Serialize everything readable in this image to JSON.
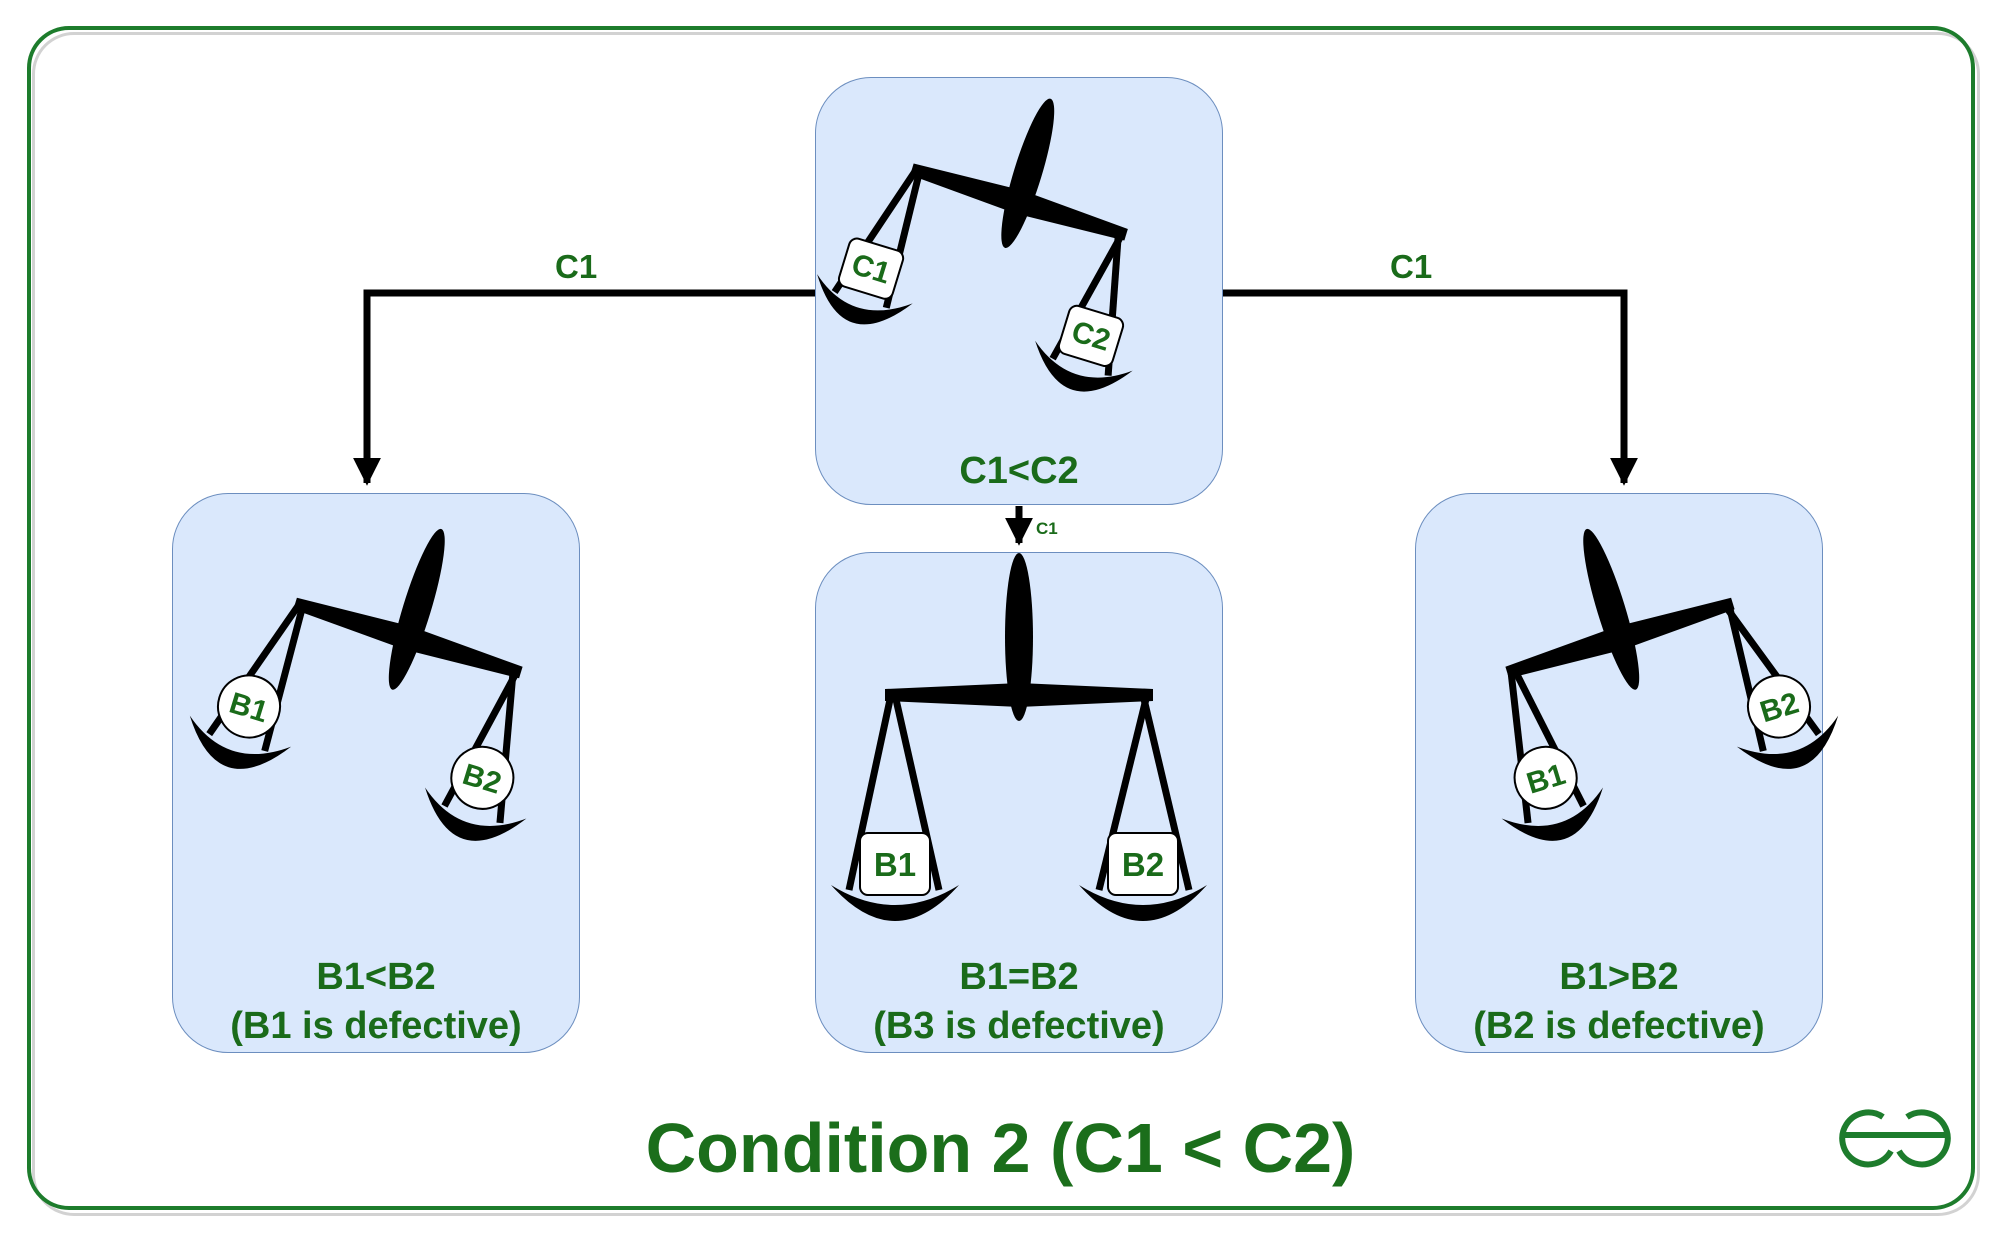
{
  "title": "Condition 2 (C1 < C2)",
  "logo": "GG",
  "nodes": {
    "top": {
      "label": "C1<C2",
      "left_pan": "C1",
      "right_pan": "C2"
    },
    "left": {
      "line1": "B1<B2",
      "line2": "(B1 is defective)",
      "left_pan": "B1",
      "right_pan": "B2"
    },
    "middle": {
      "line1": "B1=B2",
      "line2": "(B3 is defective)",
      "left_pan": "B1",
      "right_pan": "B2"
    },
    "right": {
      "line1": "B1>B2",
      "line2": "(B2 is defective)",
      "left_pan": "B1",
      "right_pan": "B2"
    }
  },
  "edges": {
    "to_left": "C1",
    "to_middle": "C1",
    "to_right": "C1"
  },
  "colors": {
    "frame": "#1d7c2c",
    "text": "#1a6b1a",
    "card_fill": "#dae8fc",
    "card_stroke": "#6c8ebf"
  }
}
